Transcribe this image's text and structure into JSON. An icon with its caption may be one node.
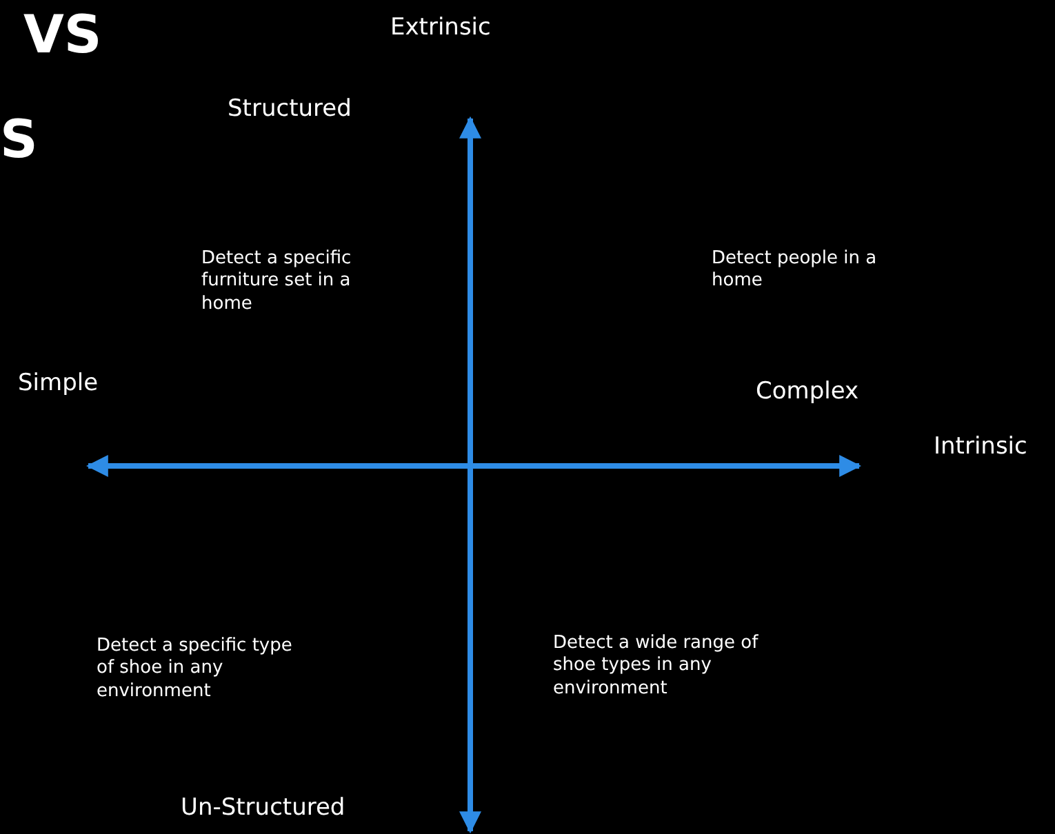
{
  "diagram": {
    "labels": [
      "VS",
      "Extrinsic",
      "Structured",
      "S",
      "Detect a specific furniture set in a home",
      "Detect people in a home",
      "Simple",
      "Complex",
      "Intrinsic",
      "Detect a specific type of shoe in any environment",
      "Detect a wide range of shoe types in any environment",
      "Un-Structured"
    ]
  }
}
